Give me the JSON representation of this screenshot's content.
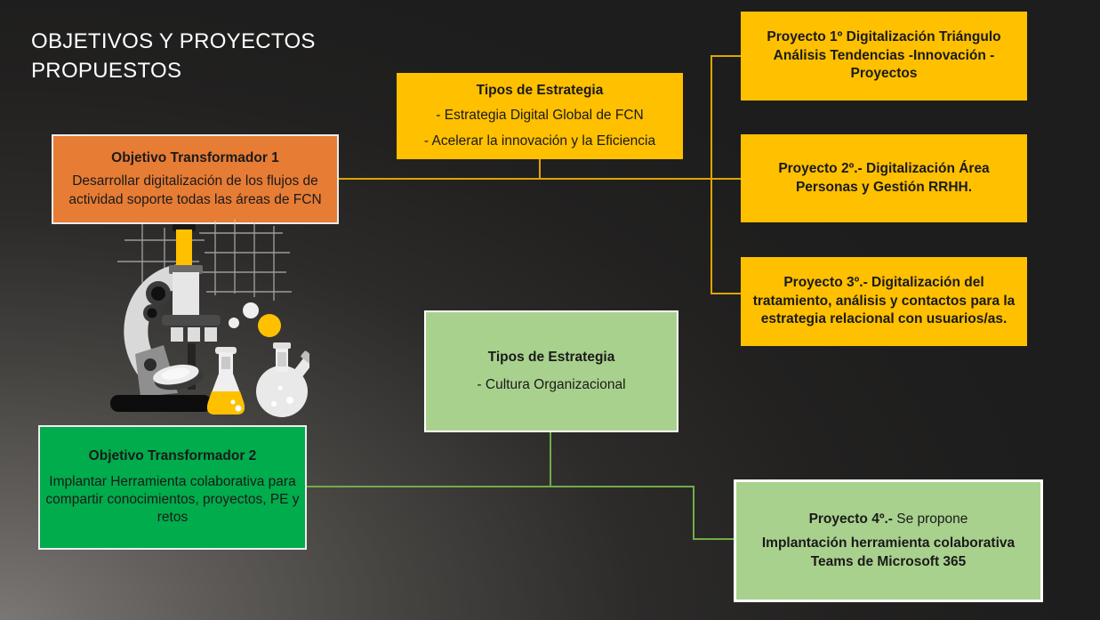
{
  "title": "OBJETIVOS Y PROYECTOS PROPUESTOS",
  "colors": {
    "background_dark": "#1F1F1F",
    "background_light": "#7A7774",
    "orange_box": "#E77C35",
    "gold_box": "#FFC000",
    "bright_green_box": "#00AC4C",
    "light_green_box": "#A9D18E",
    "connector_gold": "#DFA400",
    "connector_green": "#70AD47",
    "title_text": "#FFFFFF",
    "box_text": "#1A1A1A",
    "box_border_light": "#FFFFFF"
  },
  "boxes": {
    "objetivo1": {
      "title": "Objetivo Transformador 1",
      "body": "Desarrollar digitalización de los  flujos de actividad soporte todas las áreas de FCN"
    },
    "tipos_estrategia_1": {
      "title": "Tipos de Estrategia",
      "lines": [
        "- Estrategia Digital Global de FCN",
        "- Acelerar la innovación y la Eficiencia"
      ]
    },
    "proyecto1": {
      "body": "Proyecto 1º Digitalización  Triángulo Análisis Tendencias -Innovación - Proyectos"
    },
    "proyecto2": {
      "body": "Proyecto 2º.- Digitalización Área Personas y Gestión RRHH."
    },
    "proyecto3": {
      "body": "Proyecto 3º.- Digitalización del tratamiento, análisis y contactos para la estrategia relacional con usuarios/as."
    },
    "tipos_estrategia_2": {
      "title": "Tipos de Estrategia",
      "lines": [
        "- Cultura Organizacional"
      ]
    },
    "objetivo2": {
      "title": "Objetivo Transformador 2",
      "body": "Implantar Herramienta colaborativa para compartir conocimientos, proyectos, PE y retos"
    },
    "proyecto4": {
      "lead_bold": "Proyecto 4º.-",
      "lead_regular": " Se propone",
      "body": "Implantación herramienta colaborativa Teams de Microsoft 365"
    }
  },
  "illustration": {
    "name": "microscope-and-lab-flasks"
  }
}
